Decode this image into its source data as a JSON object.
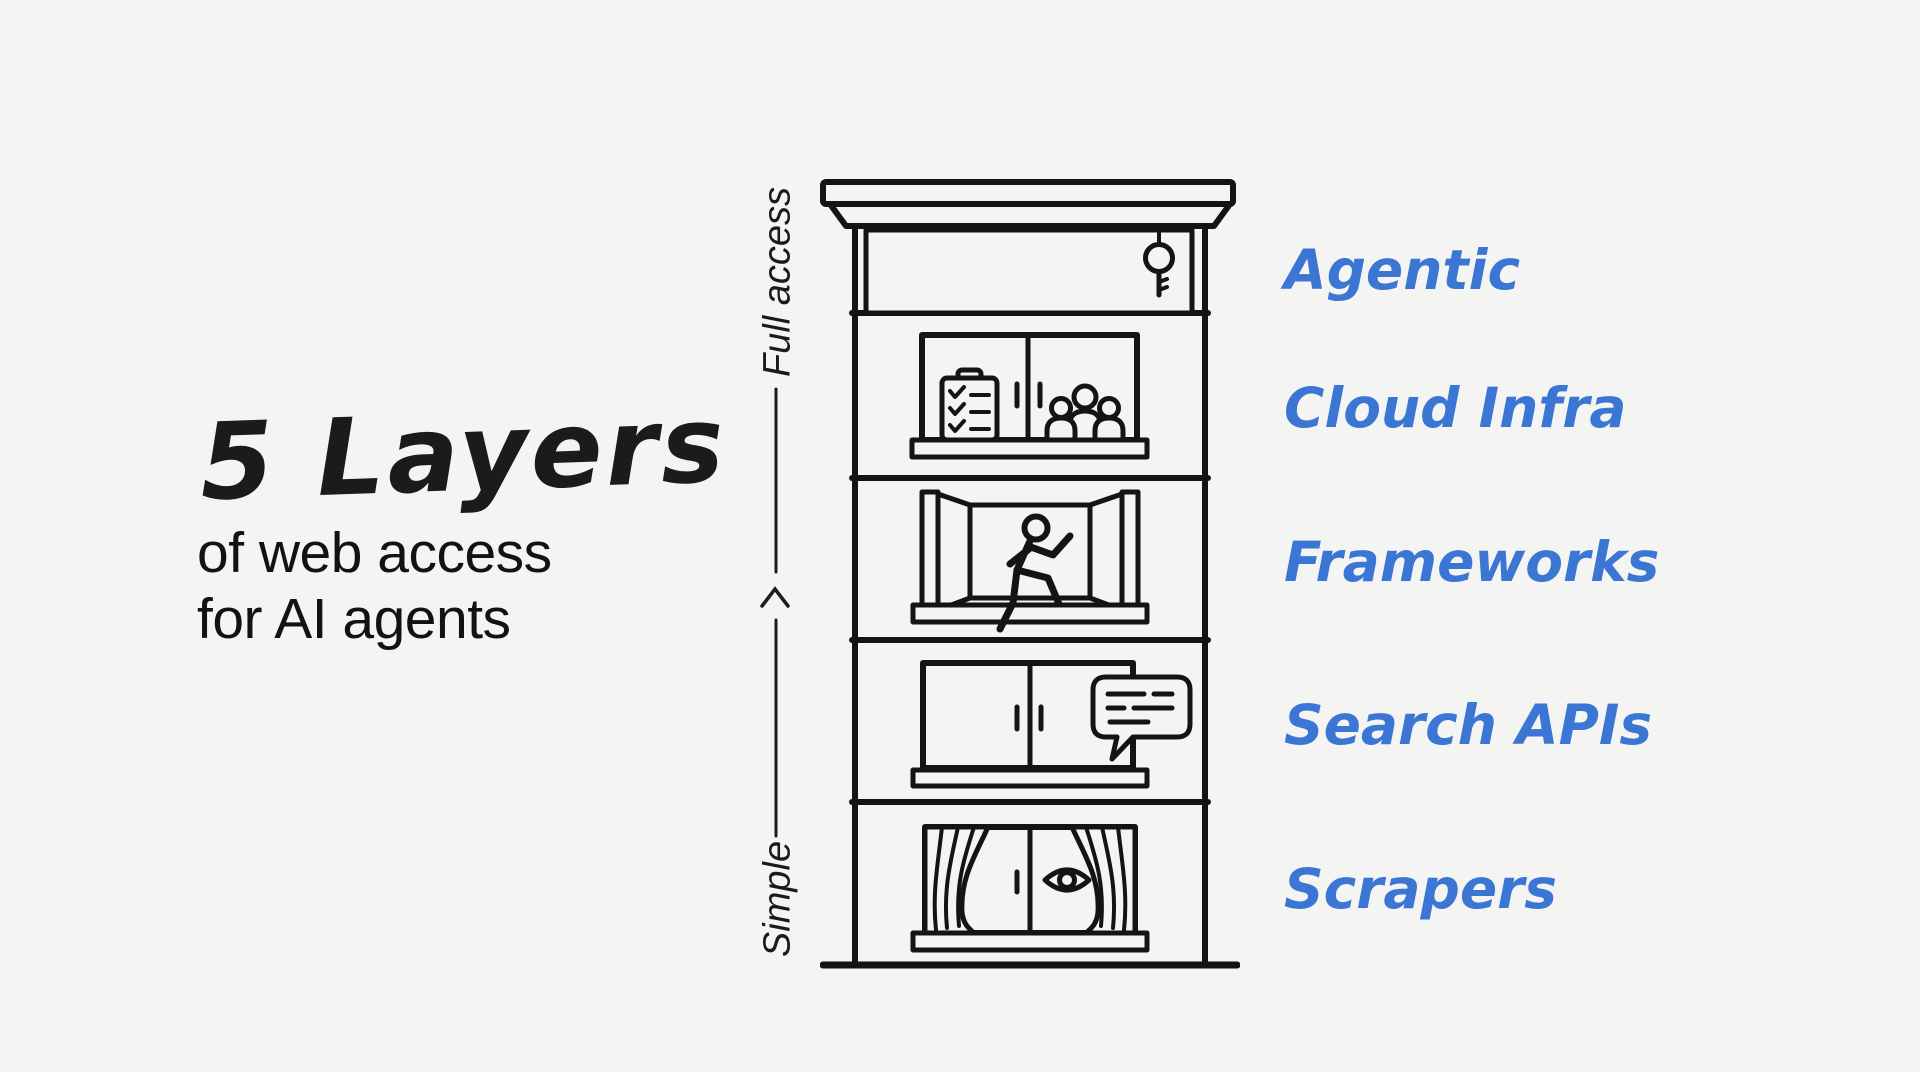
{
  "colors": {
    "background": "#f4f4f2",
    "ink": "#141414",
    "accent_blue": "#3b76d4"
  },
  "title": {
    "heading": "5 Layers",
    "subtitle_line1": "of web access",
    "subtitle_line2": "for AI agents"
  },
  "axis": {
    "top_label": "Full access",
    "bottom_label": "Simple",
    "arrow_icon": "chevron-up-icon",
    "direction": "simple-to-full-access"
  },
  "building": {
    "floors": [
      {
        "label": "Agentic",
        "icon": "key-icon"
      },
      {
        "label": "Cloud Infra",
        "icon": "clipboard-checklist-and-team-icon"
      },
      {
        "label": "Frameworks",
        "icon": "open-window-running-person-icon"
      },
      {
        "label": "Search APIs",
        "icon": "speech-bubble-icon"
      },
      {
        "label": "Scrapers",
        "icon": "curtained-window-eye-icon"
      }
    ]
  }
}
